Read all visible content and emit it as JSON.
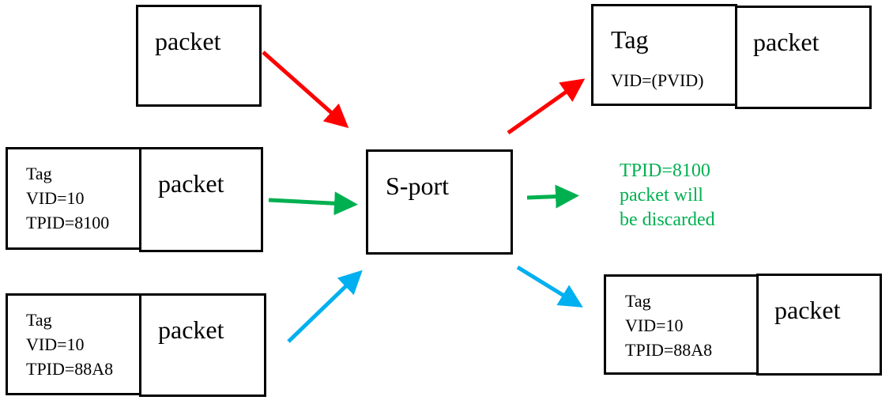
{
  "colors": {
    "untagged_path": "#ff0000",
    "ctag_path": "#00b050",
    "stag_path": "#00b0f0",
    "note_text": "#00b050"
  },
  "inputs": {
    "untagged": {
      "packet": "packet"
    },
    "ctag": {
      "tag": "Tag",
      "vid": "VID=10",
      "tpid": "TPID=8100",
      "packet": "packet"
    },
    "stag": {
      "tag": "Tag",
      "vid": "VID=10",
      "tpid": "TPID=88A8",
      "packet": "packet"
    }
  },
  "port": {
    "label": "S-port"
  },
  "outputs": {
    "untagged": {
      "tag": "Tag",
      "vid": "VID=(PVID)",
      "packet": "packet"
    },
    "ctag_note": {
      "line1": "TPID=8100",
      "line2": "packet will",
      "line3": "be discarded"
    },
    "stag": {
      "tag": "Tag",
      "vid": "VID=10",
      "tpid": "TPID=88A8",
      "packet": "packet"
    }
  }
}
